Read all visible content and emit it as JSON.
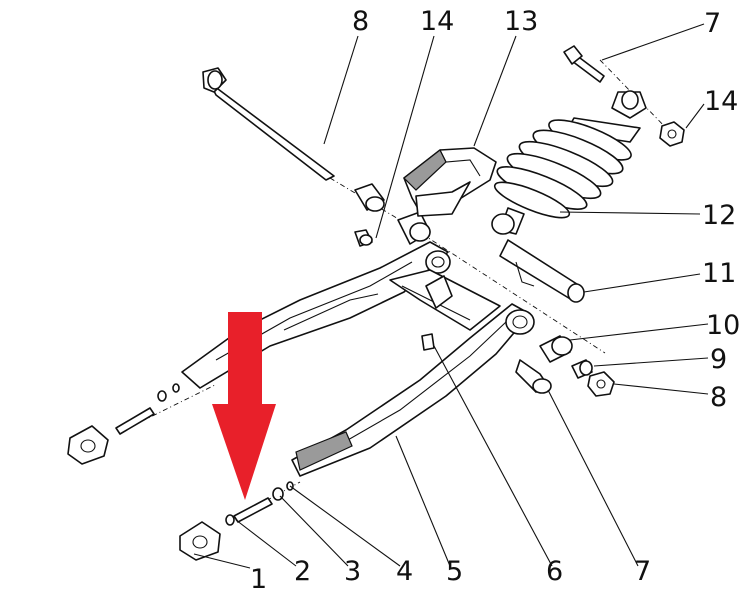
{
  "diagram": {
    "callouts": [
      "8",
      "14",
      "13",
      "7",
      "14",
      "12",
      "11",
      "10",
      "9",
      "8",
      "1",
      "2",
      "3",
      "4",
      "5",
      "6",
      "7"
    ],
    "highlight": {
      "color": "#e8202a"
    },
    "colors": {
      "ink": "#111111",
      "paper": "#ffffff",
      "shade": "#9a9a9a"
    }
  }
}
